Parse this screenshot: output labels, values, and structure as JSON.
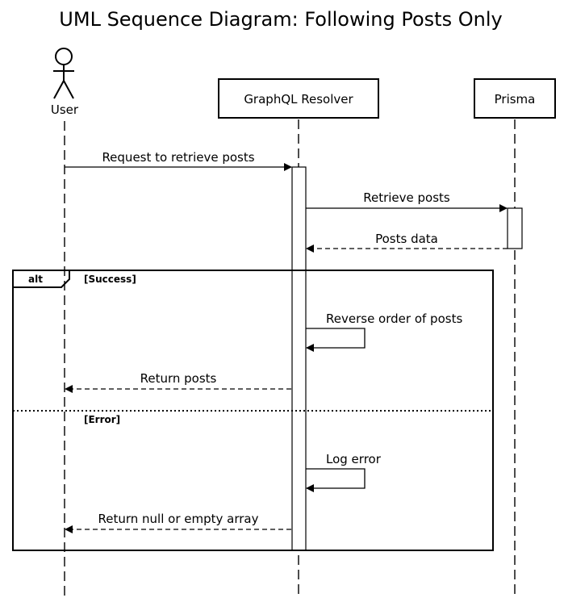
{
  "title": "UML Sequence Diagram: Following Posts Only",
  "participants": {
    "user": {
      "label": "User",
      "kind": "actor"
    },
    "resolver": {
      "label": "GraphQL Resolver",
      "kind": "box"
    },
    "prisma": {
      "label": "Prisma",
      "kind": "box"
    }
  },
  "messages": [
    {
      "from": "user",
      "to": "resolver",
      "label": "Request to retrieve posts",
      "style": "solid"
    },
    {
      "from": "resolver",
      "to": "prisma",
      "label": "Retrieve posts",
      "style": "solid"
    },
    {
      "from": "prisma",
      "to": "resolver",
      "label": "Posts data",
      "style": "dashed"
    },
    {
      "from": "resolver",
      "to": "resolver",
      "label": "Reverse order of posts",
      "style": "solid"
    },
    {
      "from": "resolver",
      "to": "user",
      "label": "Return posts",
      "style": "dashed"
    },
    {
      "from": "resolver",
      "to": "resolver",
      "label": "Log error",
      "style": "solid"
    },
    {
      "from": "resolver",
      "to": "user",
      "label": "Return null or empty array",
      "style": "dashed"
    }
  ],
  "fragment": {
    "operator": "alt",
    "conditions": [
      "[Success]",
      "[Error]"
    ]
  }
}
